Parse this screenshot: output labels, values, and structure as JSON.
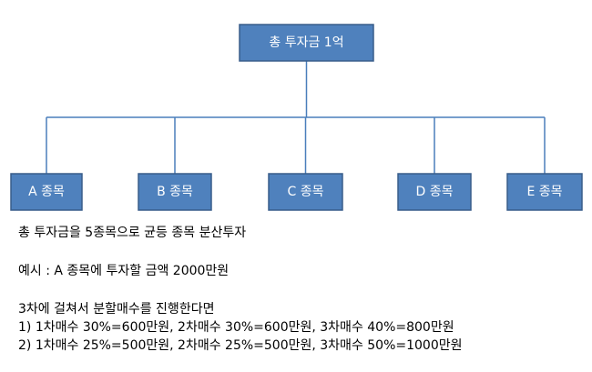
{
  "colors": {
    "box_fill": "#4f81bd",
    "box_border": "#385d8a",
    "connector": "#4a7ebb",
    "box_text": "#ffffff"
  },
  "diagram": {
    "root": "총 투자금 1억",
    "children": [
      "A 종목",
      "B 종목",
      "C 종목",
      "D 종목",
      "E 종목"
    ]
  },
  "notes": {
    "line1": "총 투자금을 5종목으로 균등 종목 분산투자",
    "line2": "예시 : A 종목에 투자할 금액 2000만원",
    "line3": "3차에 걸쳐서 분할매수를 진행한다면",
    "line4": "1)  1차매수 30%=600만원, 2차매수 30%=600만원, 3차매수 40%=800만원",
    "line5": "2)  1차매수 25%=500만원, 2차매수 25%=500만원, 3차매수 50%=1000만원"
  }
}
